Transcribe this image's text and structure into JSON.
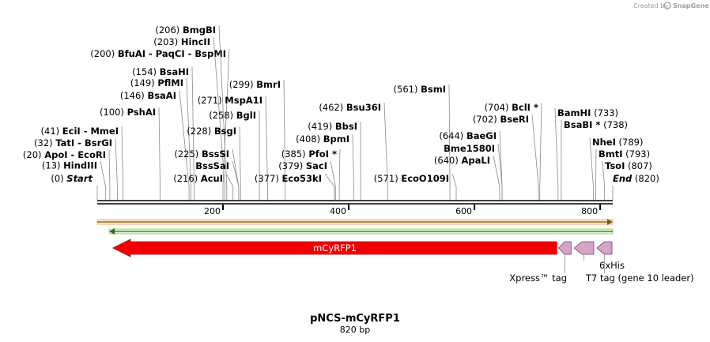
{
  "credit": {
    "prefix": "Created by",
    "brand": "SnapGene"
  },
  "plasmid": {
    "name": "pNCS-mCyRFP1",
    "size_label": "820 bp",
    "length_bp": 820
  },
  "ruler": {
    "ticks": [
      200,
      400,
      600,
      800
    ]
  },
  "sites": [
    {
      "pos": 0,
      "pos_label": "(0)",
      "name": "Start",
      "italic": true,
      "row": 0,
      "group": "left"
    },
    {
      "pos": 13,
      "pos_label": "(13)",
      "name": "HindIII",
      "row": 1,
      "group": "left"
    },
    {
      "pos": 20,
      "pos_label": "(20)",
      "name": "ApoI",
      "sep": "-",
      "name2": "EcoRI",
      "row": 2,
      "group": "left"
    },
    {
      "pos": 32,
      "pos_label": "(32)",
      "name": "TatI",
      "sep": "-",
      "name2": "BsrGI",
      "row": 3,
      "group": "left"
    },
    {
      "pos": 41,
      "pos_label": "(41)",
      "name": "EciI",
      "sep": "-",
      "name2": "MmeI",
      "row": 4,
      "group": "left"
    },
    {
      "pos": 100,
      "pos_label": "(100)",
      "name": "PshAI",
      "row": 5,
      "group": "left"
    },
    {
      "pos": 146,
      "pos_label": "(146)",
      "name": "BsaAI",
      "row": 6,
      "group": "left"
    },
    {
      "pos": 149,
      "pos_label": "(149)",
      "name": "PflMI",
      "row": 7,
      "group": "left"
    },
    {
      "pos": 154,
      "pos_label": "(154)",
      "name": "BsaHI",
      "row": 8,
      "group": "left"
    },
    {
      "pos": 200,
      "pos_label": "(200)",
      "name": "BfuAI",
      "sep": "-",
      "name2": "PaqCI",
      "sep2": "-",
      "name3": "BspMI",
      "row": 9,
      "group": "left"
    },
    {
      "pos": 203,
      "pos_label": "(203)",
      "name": "HincII",
      "row": 10,
      "group": "left"
    },
    {
      "pos": 206,
      "pos_label": "(206)",
      "name": "BmgBI",
      "row": 11,
      "group": "left"
    },
    {
      "pos": 216,
      "pos_label": "(216)",
      "name": "AcuI",
      "row": 0,
      "group": "mid"
    },
    {
      "pos": 225,
      "pos_label": "(225)",
      "name": "BssSI",
      "row": 2,
      "group": "mid"
    },
    {
      "pos": 225,
      "pos_label": "",
      "name": "BssSaI",
      "row": 1,
      "group": "mid"
    },
    {
      "pos": 228,
      "pos_label": "(228)",
      "name": "BsgI",
      "row": 3,
      "group": "mid"
    },
    {
      "pos": 258,
      "pos_label": "(258)",
      "name": "BglI",
      "row": 4,
      "group": "mid"
    },
    {
      "pos": 271,
      "pos_label": "(271)",
      "name": "MspA1I",
      "row": 5,
      "group": "mid"
    },
    {
      "pos": 299,
      "pos_label": "(299)",
      "name": "BmrI",
      "row": 6,
      "group": "mid"
    },
    {
      "pos": 377,
      "pos_label": "(377)",
      "name": "Eco53kI",
      "row": 0,
      "group": "mid2"
    },
    {
      "pos": 379,
      "pos_label": "(379)",
      "name": "SacI",
      "row": 1,
      "group": "mid2"
    },
    {
      "pos": 385,
      "pos_label": "(385)",
      "name": "PfoI",
      "star": "*",
      "row": 2,
      "group": "mid2"
    },
    {
      "pos": 408,
      "pos_label": "(408)",
      "name": "BpmI",
      "row": 3,
      "group": "mid2"
    },
    {
      "pos": 419,
      "pos_label": "(419)",
      "name": "BbsI",
      "row": 4,
      "group": "mid2"
    },
    {
      "pos": 462,
      "pos_label": "(462)",
      "name": "Bsu36I",
      "row": 5,
      "group": "mid2"
    },
    {
      "pos": 561,
      "pos_label": "(561)",
      "name": "BsmI",
      "row": 6,
      "group": "mid2"
    },
    {
      "pos": 571,
      "pos_label": "(571)",
      "name": "EcoO109I",
      "row": 0,
      "group": "mid3"
    },
    {
      "pos": 640,
      "pos_label": "(640)",
      "name": "ApaLI",
      "row": 1,
      "group": "mid3"
    },
    {
      "pos": 644,
      "pos_label": "",
      "name": "Bme1580I",
      "row": 2,
      "group": "mid3"
    },
    {
      "pos": 644,
      "pos_label": "(644)",
      "name": "BaeGI",
      "row": 3,
      "group": "mid3"
    },
    {
      "pos": 702,
      "pos_label": "(702)",
      "name": "BseRI",
      "row": 4,
      "group": "mid3"
    },
    {
      "pos": 704,
      "pos_label": "(704)",
      "name": "BclI",
      "star": "*",
      "row": 5,
      "group": "mid3"
    },
    {
      "pos": 733,
      "pos_label": "(733)",
      "name": "BamHI",
      "row": 5,
      "group": "right"
    },
    {
      "pos": 738,
      "pos_label": "(738)",
      "name": "BsaBI",
      "star": "*",
      "row": 4,
      "group": "right"
    },
    {
      "pos": 789,
      "pos_label": "(789)",
      "name": "NheI",
      "row": 3,
      "group": "right"
    },
    {
      "pos": 793,
      "pos_label": "(793)",
      "name": "BmtI",
      "row": 2,
      "group": "right"
    },
    {
      "pos": 807,
      "pos_label": "(807)",
      "name": "TsoI",
      "row": 1,
      "group": "right"
    },
    {
      "pos": 820,
      "pos_label": "(820)",
      "name": "End",
      "italic": true,
      "row": 0,
      "group": "right"
    }
  ],
  "features": [
    {
      "name": "orange-feature",
      "type": "arrow-line",
      "color": "#f2a65a",
      "direction": "forward",
      "start": 0,
      "end": 820
    },
    {
      "name": "green-feature",
      "type": "arrow-line",
      "color": "#7fd35a",
      "direction": "reverse",
      "start": 19,
      "end": 820
    },
    {
      "name": "mCyRFP1",
      "label": "mCyRFP1",
      "type": "cds",
      "color": "#f00000",
      "direction": "reverse",
      "start": 25,
      "end": 731
    },
    {
      "name": "xpress-tag",
      "label": "Xpress™ tag",
      "type": "tag",
      "color": "#d4a5c7",
      "direction": "reverse",
      "start": 731,
      "end": 755
    },
    {
      "name": "6xhis-tag",
      "label": "6xHis",
      "type": "tag",
      "color": "#d4a5c7",
      "direction": "reverse",
      "start": 756,
      "end": 791
    },
    {
      "name": "t7-tag",
      "label": "T7 tag (gene 10 leader)",
      "type": "tag",
      "color": "#d4a5c7",
      "direction": "reverse",
      "start": 792,
      "end": 820
    }
  ]
}
